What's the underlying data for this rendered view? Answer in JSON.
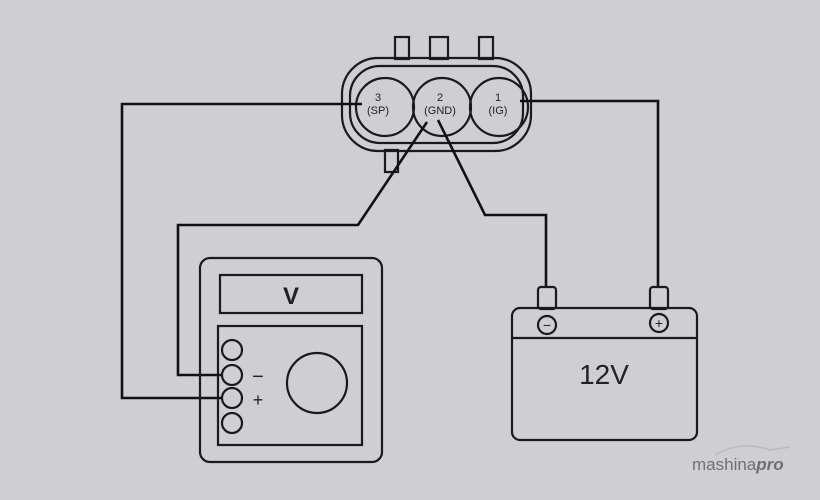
{
  "connector": {
    "pins": [
      {
        "number": "3",
        "name": "(SP)"
      },
      {
        "number": "2",
        "name": "(GND)"
      },
      {
        "number": "1",
        "name": "(IG)"
      }
    ]
  },
  "multimeter": {
    "display": "V",
    "minus_label": "−",
    "plus_label": "+"
  },
  "battery": {
    "label": "12V",
    "minus_symbol": "−",
    "plus_symbol": "+"
  },
  "watermark": {
    "text_a": "mashina",
    "text_b": "pro"
  }
}
